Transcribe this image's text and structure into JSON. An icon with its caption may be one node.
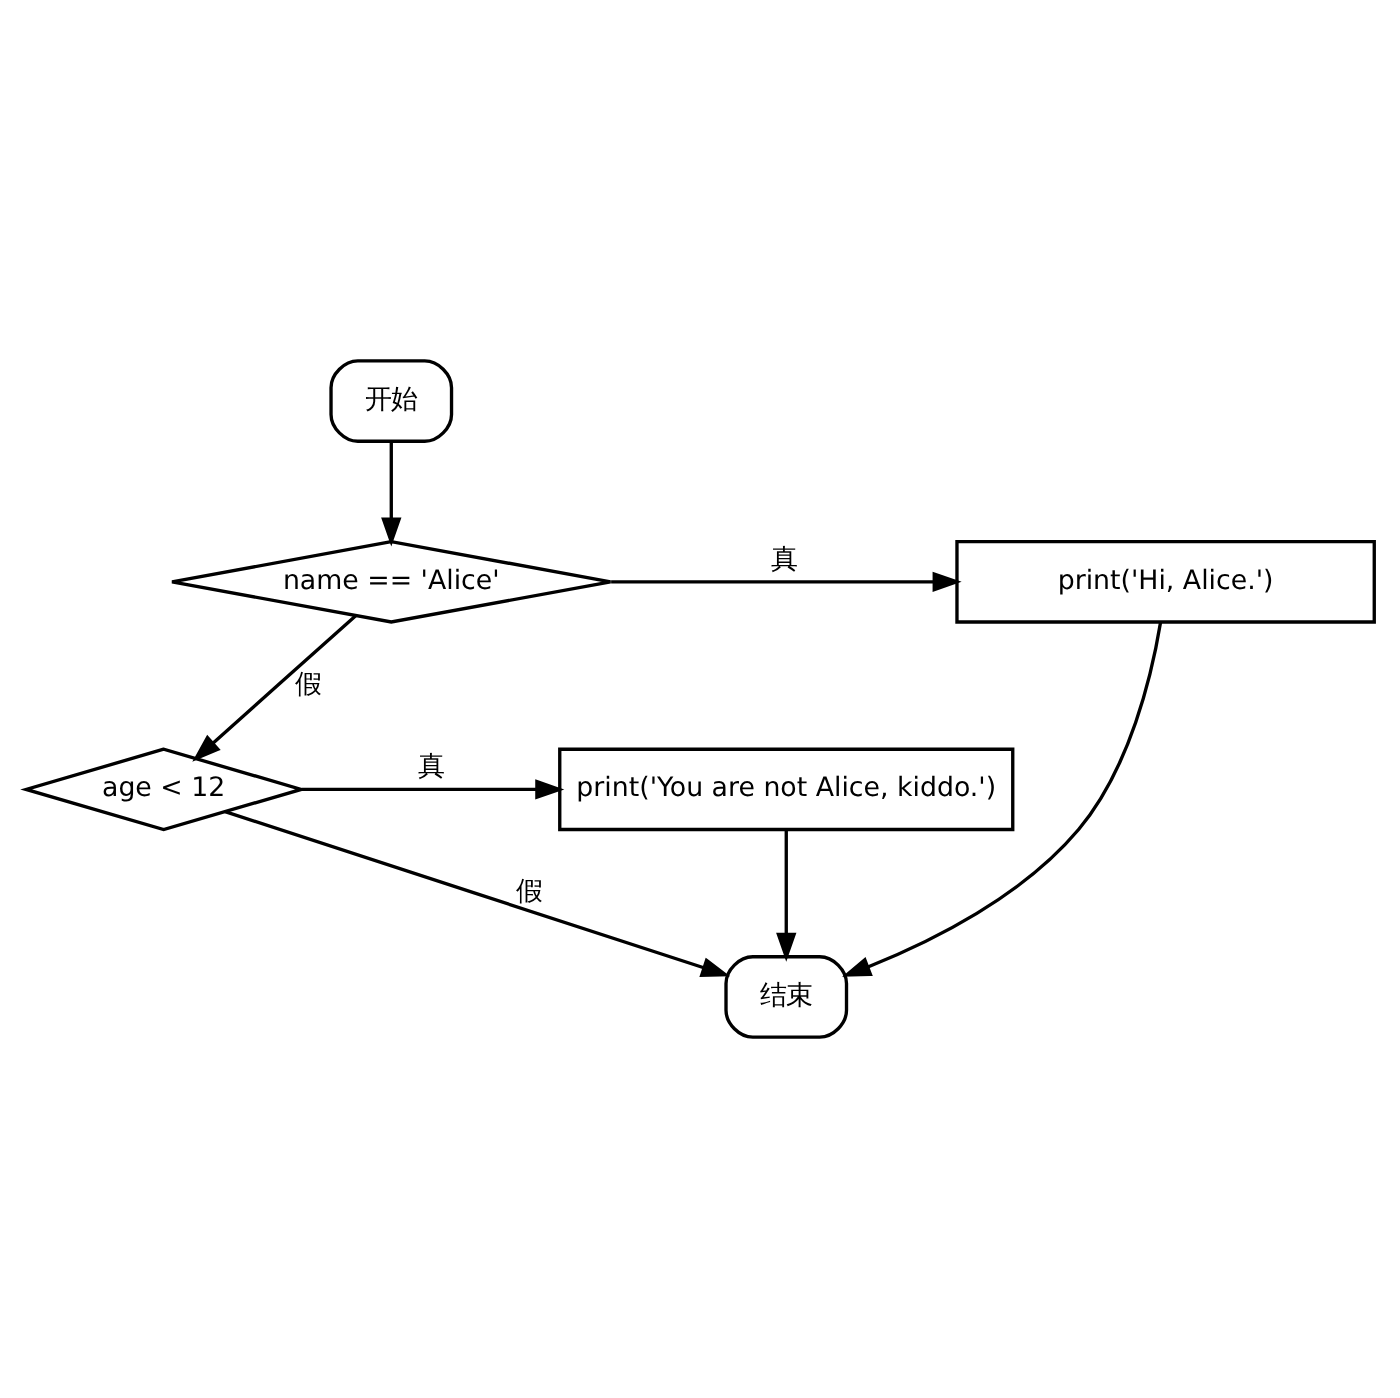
{
  "diagram": {
    "nodes": [
      {
        "text": [
          "开始"
        ]
      },
      {
        "text": [
          "name == 'Alice'"
        ]
      },
      {
        "text": [
          "print('Hi, Alice.')"
        ]
      },
      {
        "text": [
          "age < 12"
        ]
      },
      {
        "text": [
          "print('You are not Alice, kiddo.')"
        ]
      },
      {
        "text": [
          "结束"
        ]
      }
    ],
    "edges": [
      {
        "from": 0,
        "to": 1,
        "arrow": "to"
      },
      {
        "from": 1,
        "to": 2,
        "arrow": "to",
        "label": "真"
      },
      {
        "from": 1,
        "to": 3,
        "arrow": "to",
        "label": "假"
      },
      {
        "from": 3,
        "to": 4,
        "arrow": "to",
        "label": "真"
      },
      {
        "from": 3,
        "to": 5,
        "arrow": "to",
        "label": "假"
      },
      {
        "from": 2,
        "to": 5,
        "arrow": "to"
      },
      {
        "from": 4,
        "to": 5,
        "arrow": "to"
      }
    ]
  }
}
